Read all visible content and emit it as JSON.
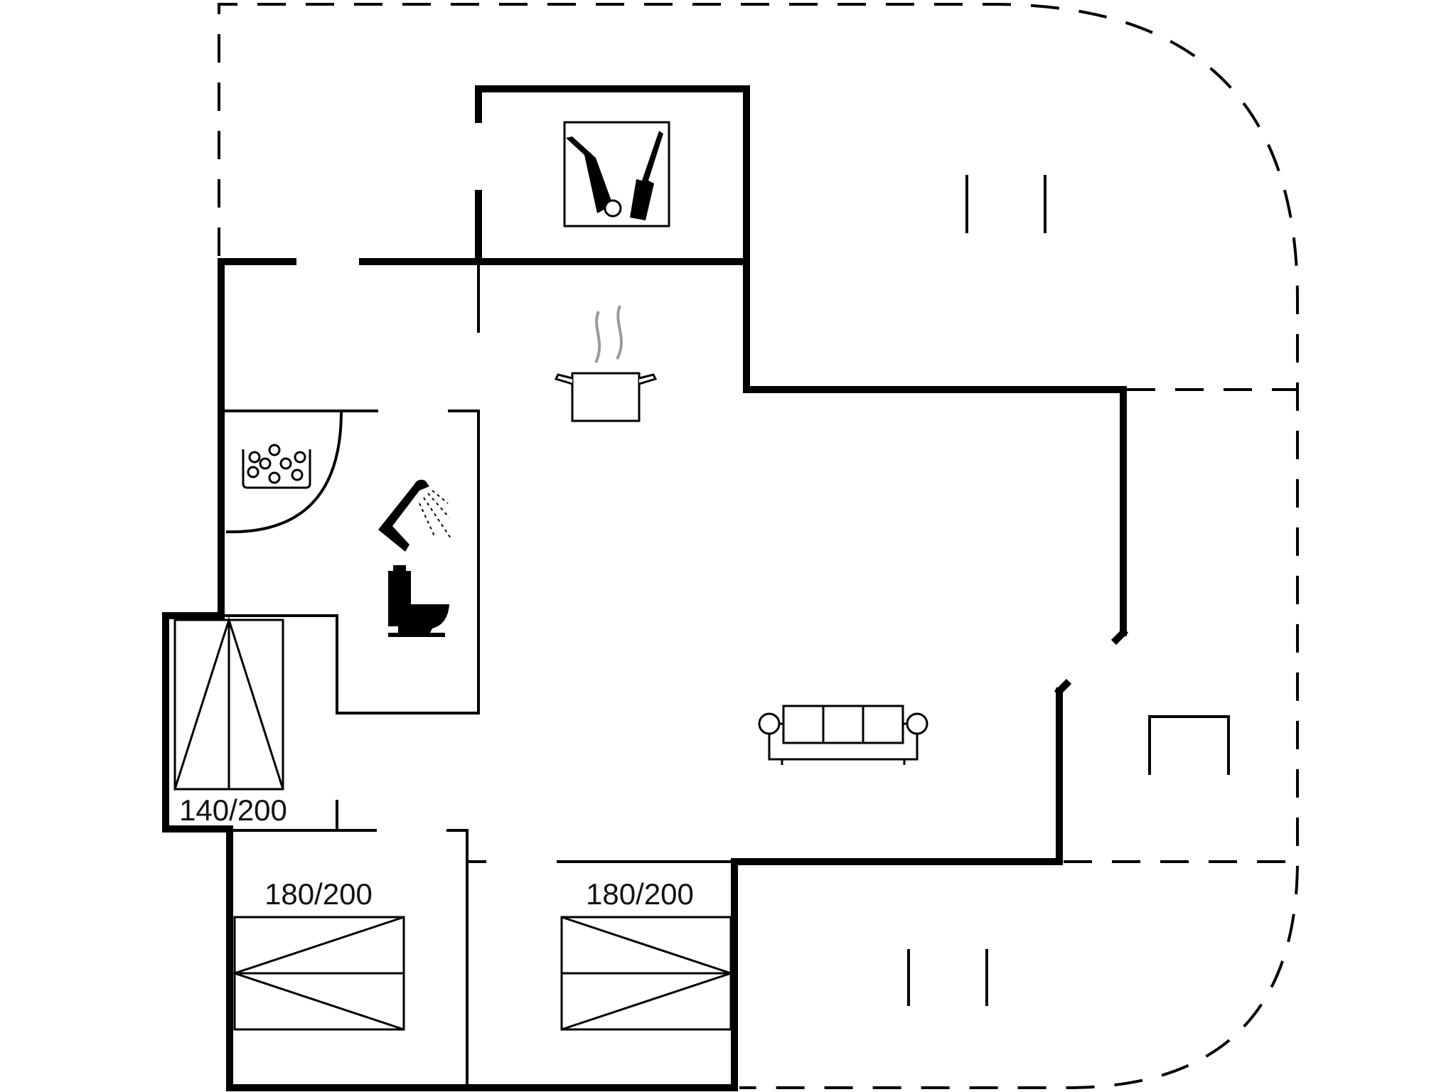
{
  "floorplan": {
    "colors": {
      "wall": "#000000",
      "dashed": "#000000",
      "steam": "#9a9a9a",
      "background": "#ffffff"
    },
    "beds": [
      {
        "size_label": "140/200",
        "type": "double-bed",
        "orientation": "vertical"
      },
      {
        "size_label": "180/200",
        "type": "double-bed",
        "orientation": "horizontal"
      },
      {
        "size_label": "180/200",
        "type": "double-bed",
        "orientation": "horizontal"
      }
    ],
    "icons": [
      "utility-tools-icon",
      "cooking-pot-icon",
      "sauna-stones-icon",
      "shower-icon",
      "toilet-icon",
      "sofa-icon"
    ]
  }
}
